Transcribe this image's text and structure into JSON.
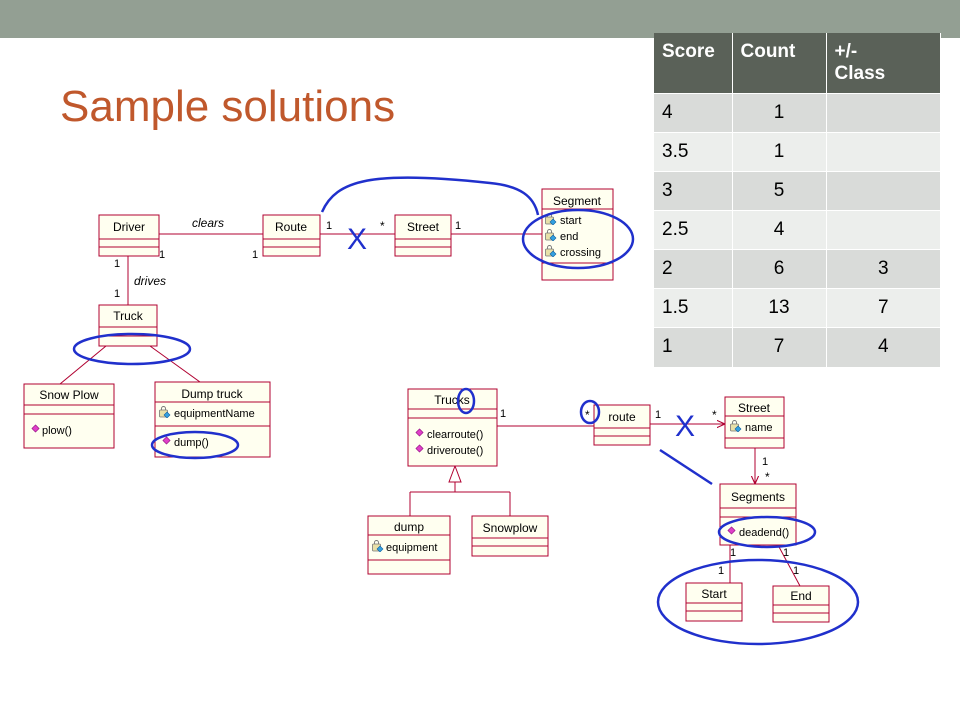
{
  "colors": {
    "topbar": "#939f93",
    "title": "#c0582c",
    "table_header": "#5a6158",
    "box_fill": "#fffff0",
    "box_border": "#b00030",
    "line": "#b00030",
    "annotation": "#2030cc"
  },
  "slide": {
    "title": "Sample solutions"
  },
  "table": {
    "headers": [
      "Score",
      "Count",
      "+/-\nClass"
    ],
    "rows": [
      [
        "4",
        "1",
        ""
      ],
      [
        "3.5",
        "1",
        ""
      ],
      [
        "3",
        "5",
        ""
      ],
      [
        "2.5",
        "4",
        ""
      ],
      [
        "2",
        "6",
        "3"
      ],
      [
        "1.5",
        "13",
        "7"
      ],
      [
        "1",
        "7",
        "4"
      ]
    ]
  },
  "diagram1": {
    "driver": "Driver",
    "route": "Route",
    "street": "Street",
    "segment": "Segment",
    "segment_attrs": [
      "start",
      "end",
      "crossing"
    ],
    "truck": "Truck",
    "snowplow": "Snow Plow",
    "snowplow_ops": [
      "plow()"
    ],
    "dumptruck": "Dump truck",
    "dumptruck_attrs": [
      "equipmentName"
    ],
    "dumptruck_ops": [
      "dump()"
    ],
    "clears": "clears",
    "drives": "drives",
    "mult_driver_route": "1",
    "mult_route_driver": "1",
    "mult_route_street": "1",
    "mult_street_route": "*",
    "mult_street_segment": "1",
    "mult_driver_truck": "1",
    "mult_truck_driver": "1"
  },
  "diagram2": {
    "trucks": "Trucks",
    "trucks_ops": [
      "clearroute()",
      "driveroute()"
    ],
    "route": "route",
    "street": "Street",
    "street_attrs": [
      "name"
    ],
    "segments": "Segments",
    "segments_ops": [
      "deadend()"
    ],
    "dump": "dump",
    "dump_attrs": [
      "equipment"
    ],
    "snowplow": "Snowplow",
    "start": "Start",
    "end": "End",
    "mult_trucks_route": "1",
    "mult_route_trucks": "*",
    "mult_route_street": "1",
    "mult_street_route": "*",
    "mult_street_segments": "1",
    "mult_segments_street": "*",
    "mult_seg_start": "1",
    "mult_seg_end": "1",
    "mult_start_seg": "1",
    "mult_end_seg": "1"
  },
  "annotations": {
    "x_mark": "X"
  }
}
